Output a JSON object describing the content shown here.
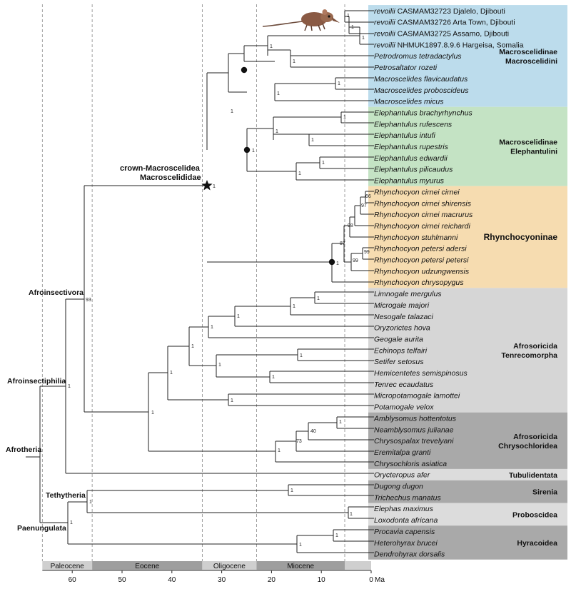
{
  "tips": [
    {
      "species": "revoilii",
      "suffix": "CASMAM32723 Djalelo, Djibouti"
    },
    {
      "species": "revoilii",
      "suffix": "CASMAM32726 Arta Town, Djibouti"
    },
    {
      "species": "revoilii",
      "suffix": "CASMAM32725 Assamo, Djibouti"
    },
    {
      "species": "revoilii",
      "suffix": "NHMUK1897.8.9.6 Hargeisa, Somalia"
    },
    {
      "species": "Petrodromus tetradactylus",
      "suffix": ""
    },
    {
      "species": "Petrosaltator rozeti",
      "suffix": ""
    },
    {
      "species": "Macroscelides flavicaudatus",
      "suffix": ""
    },
    {
      "species": "Macroscelides proboscideus",
      "suffix": ""
    },
    {
      "species": "Macroscelides micus",
      "suffix": ""
    },
    {
      "species": "Elephantulus brachyrhynchus",
      "suffix": ""
    },
    {
      "species": "Elephantulus rufescens",
      "suffix": ""
    },
    {
      "species": "Elephantulus intufi",
      "suffix": ""
    },
    {
      "species": "Elephantulus rupestris",
      "suffix": ""
    },
    {
      "species": "Elephantulus edwardii",
      "suffix": ""
    },
    {
      "species": "Elephantulus pilicaudus",
      "suffix": ""
    },
    {
      "species": "Elephantulus myurus",
      "suffix": ""
    },
    {
      "species": "Rhynchocyon cirnei cirnei",
      "suffix": ""
    },
    {
      "species": "Rhynchocyon cirnei shirensis",
      "suffix": ""
    },
    {
      "species": "Rhynchocyon cirnei macrurus",
      "suffix": ""
    },
    {
      "species": "Rhynchocyon cirnei reichardi",
      "suffix": ""
    },
    {
      "species": "Rhynchocyon stuhlmanni",
      "suffix": ""
    },
    {
      "species": "Rhynchocyon petersi adersi",
      "suffix": ""
    },
    {
      "species": "Rhynchocyon petersi petersi",
      "suffix": ""
    },
    {
      "species": "Rhynchocyon udzungwensis",
      "suffix": ""
    },
    {
      "species": "Rhynchocyon chrysopygus",
      "suffix": ""
    },
    {
      "species": "Limnogale mergulus",
      "suffix": ""
    },
    {
      "species": "Microgale majori",
      "suffix": ""
    },
    {
      "species": "Nesogale talazaci",
      "suffix": ""
    },
    {
      "species": "Oryzorictes hova",
      "suffix": ""
    },
    {
      "species": "Geogale aurita",
      "suffix": ""
    },
    {
      "species": "Echinops telfairi",
      "suffix": ""
    },
    {
      "species": "Setifer setosus",
      "suffix": ""
    },
    {
      "species": "Hemicentetes semispinosus",
      "suffix": ""
    },
    {
      "species": "Tenrec ecaudatus",
      "suffix": ""
    },
    {
      "species": "Micropotamogale lamottei",
      "suffix": ""
    },
    {
      "species": "Potamogale velox",
      "suffix": ""
    },
    {
      "species": "Amblysomus hottentotus",
      "suffix": ""
    },
    {
      "species": "Neamblysomus julianae",
      "suffix": ""
    },
    {
      "species": "Chrysospalax trevelyani",
      "suffix": ""
    },
    {
      "species": "Eremitalpa granti",
      "suffix": ""
    },
    {
      "species": "Chrysochloris asiatica",
      "suffix": ""
    },
    {
      "species": "Orycteropus afer",
      "suffix": ""
    },
    {
      "species": "Dugong dugon",
      "suffix": ""
    },
    {
      "species": "Trichechus manatus",
      "suffix": ""
    },
    {
      "species": "Elephas maximus",
      "suffix": ""
    },
    {
      "species": "Loxodonta africana",
      "suffix": ""
    },
    {
      "species": "Procavia capensis",
      "suffix": ""
    },
    {
      "species": "Heterohyrax brucei",
      "suffix": ""
    },
    {
      "species": "Dendrohyrax dorsalis",
      "suffix": ""
    }
  ],
  "groups": [
    {
      "lines": [
        "Macroscelidinae",
        "Macroscelidini"
      ],
      "color": "#bcdcec",
      "first": 0,
      "last": 8
    },
    {
      "lines": [
        "Macroscelidinae",
        "Elephantulini"
      ],
      "color": "#c4e3c4",
      "first": 9,
      "last": 15
    },
    {
      "lines": [
        "Rhynchocyoninae"
      ],
      "color": "#f6dcb0",
      "first": 16,
      "last": 24
    },
    {
      "lines": [
        "Afrosoricida",
        "Tenrecomorpha"
      ],
      "color": "#d6d6d6",
      "first": 25,
      "last": 35
    },
    {
      "lines": [
        "Afrosoricida",
        "Chrysochloridea"
      ],
      "color": "#a9a9a9",
      "first": 36,
      "last": 40
    },
    {
      "lines": [
        "Tubulidentata"
      ],
      "color": "#dcdcdc",
      "first": 41,
      "last": 41
    },
    {
      "lines": [
        "Sirenia"
      ],
      "color": "#a9a9a9",
      "first": 42,
      "last": 43
    },
    {
      "lines": [
        "Proboscidea"
      ],
      "color": "#dcdcdc",
      "first": 44,
      "last": 45
    },
    {
      "lines": [
        "Hyracoidea"
      ],
      "color": "#a9a9a9",
      "first": 46,
      "last": 48
    }
  ],
  "clade_labels": {
    "crown_line1": "crown-Macroscelidea",
    "crown_line2": "Macroscelididae",
    "afroinsectivora": "Afroinsectivora",
    "afroinsectiphilia": "Afroinsectiphilia",
    "afrotheria": "Afrotheria",
    "tethytheria": "Tethytheria",
    "paenungulata": "Paenungulata"
  },
  "support_values": [
    "1",
    "66",
    "97",
    "98",
    "87",
    "99",
    "99",
    "93",
    "40",
    "73"
  ],
  "timescale": {
    "axis_unit": "Ma",
    "ticks": [
      60,
      50,
      40,
      30,
      20,
      10,
      0
    ],
    "epochs": [
      {
        "name": "Paleocene",
        "start": 66,
        "end": 56,
        "color": "#cfcfcf"
      },
      {
        "name": "Eocene",
        "start": 56,
        "end": 33.9,
        "color": "#9e9e9e"
      },
      {
        "name": "Oligocene",
        "start": 33.9,
        "end": 23,
        "color": "#cfcfcf"
      },
      {
        "name": "Miocene",
        "start": 23,
        "end": 5.3,
        "color": "#9e9e9e"
      },
      {
        "name": "",
        "start": 5.3,
        "end": 0,
        "color": "#cfcfcf"
      }
    ],
    "boundaries": [
      66,
      56,
      33.9,
      23,
      5.3
    ]
  },
  "illustration": {
    "name": "elephant-shrew-illustration",
    "color": "#8a5a44"
  }
}
